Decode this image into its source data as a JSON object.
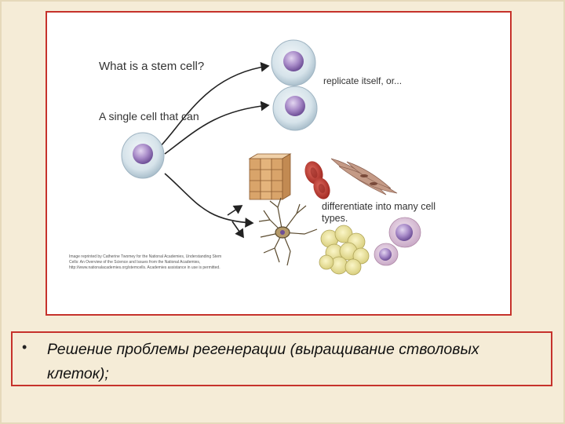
{
  "diagram": {
    "question": "What is a stem cell?",
    "single_cell": "A single cell that can",
    "replicate": "replicate itself, or...",
    "differentiate": "differentiate into many cell types.",
    "credit": "Image reprinted by Catherine Twomey for the National Academies, Understanding Stem Cells: An Overview of the Science and Issues from the National Academies, http://www.nationalacademies.org/stemcells. Academies assistance in use is permitted."
  },
  "slide": {
    "bullet_symbol": "•",
    "bullet_text": "Решение проблемы регенерации (выращивание стволовых клеток);"
  },
  "colors": {
    "frame_red": "#c6322b",
    "background": "#f5ecd7",
    "nucleus_purple": "#8e6bb3"
  }
}
